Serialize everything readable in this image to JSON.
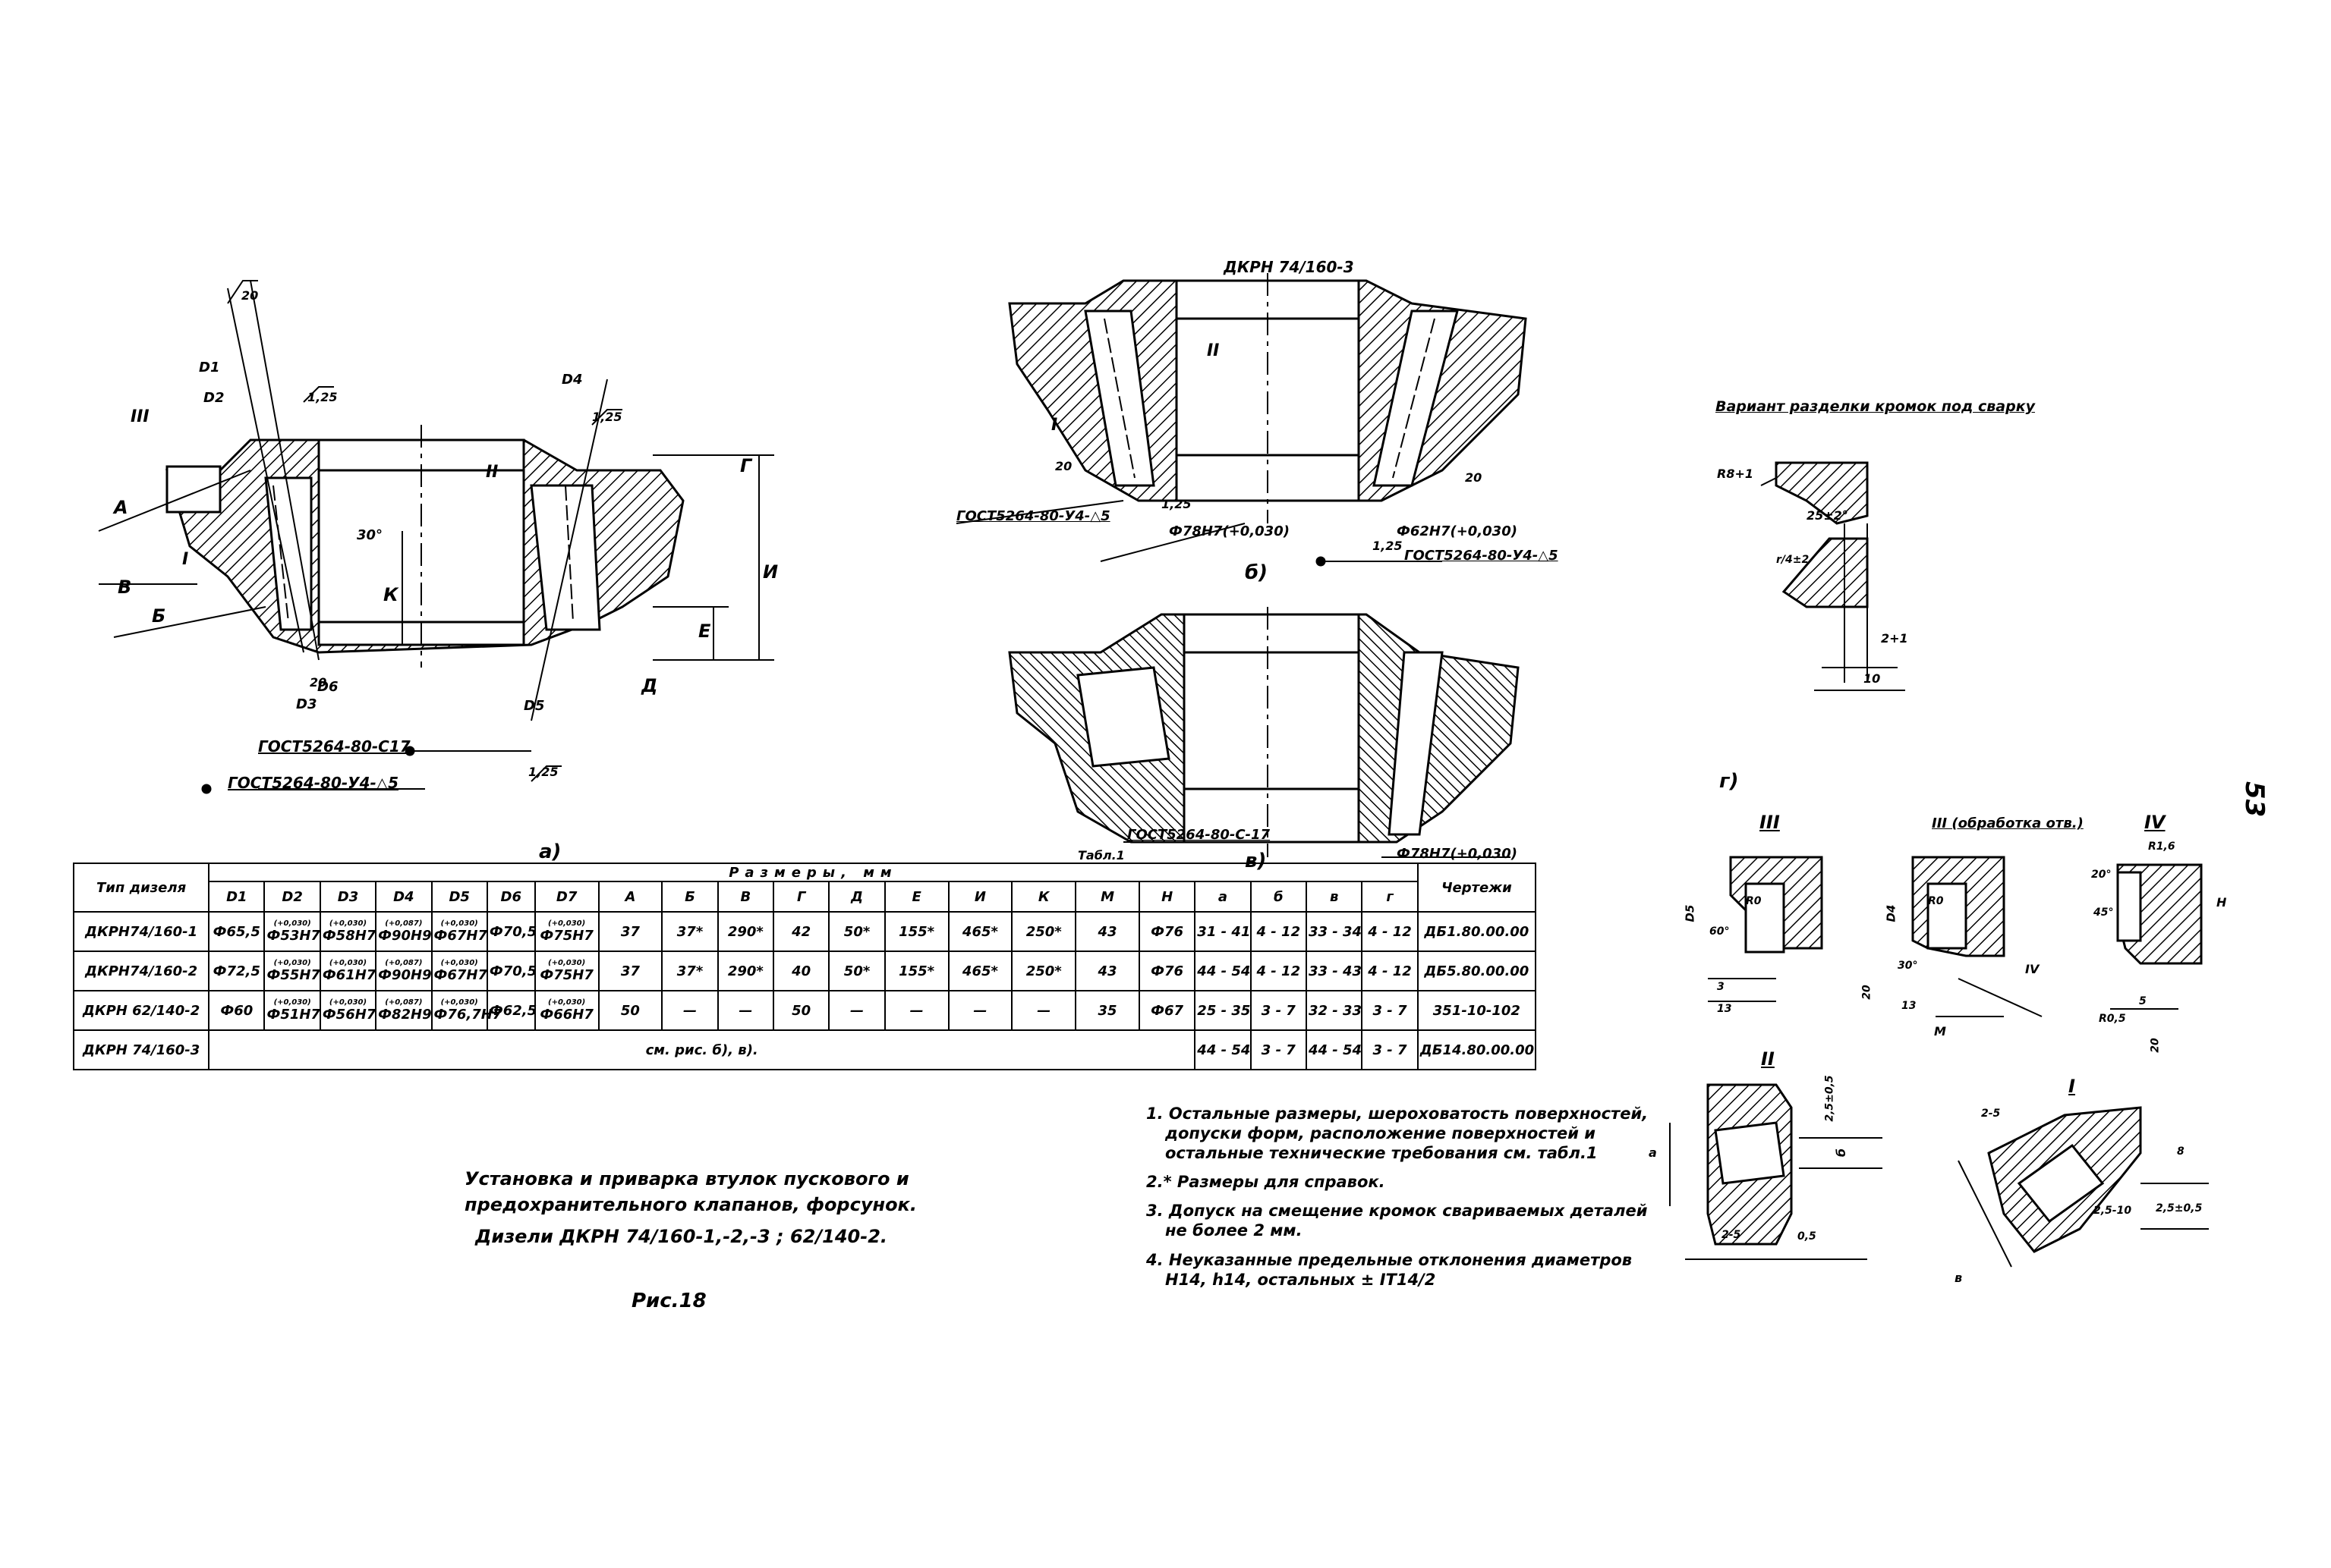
{
  "page_number": "53",
  "view_labels": {
    "a": "а)",
    "b": "б)",
    "v": "в)",
    "g": "г)"
  },
  "view_a": {
    "dims": [
      "D1",
      "D2",
      "D3",
      "D4",
      "D5",
      "D6",
      "A",
      "В",
      "Б",
      "К",
      "И",
      "Г",
      "Е",
      "Д"
    ],
    "roman": [
      "III",
      "II",
      "I"
    ],
    "roughness": [
      "1,25",
      "1,25",
      "1,25",
      "20",
      "20"
    ],
    "angle": "30°",
    "gost_1": "ГОСТ5264-80-С17",
    "gost_2": "ГОСТ5264-80-У4-△5"
  },
  "view_b": {
    "title": "ДКРН 74/160-3",
    "roman": [
      "II",
      "I"
    ],
    "roughness": [
      "20",
      "1,25",
      "20",
      "1,25"
    ],
    "dia_1": "Ф78Н7(+0,030)",
    "dia_2": "Ф62Н7(+0,030)",
    "gost_1": "ГОСТ5264-80-У4-△5",
    "gost_2": "ГОСТ5264-80-У4-△5"
  },
  "view_v": {
    "gost": "ГОСТ5264-80-С-17",
    "dia": "Ф78Н7(+0,030)"
  },
  "weld_variant": {
    "title": "Вариант разделки кромок под сварку",
    "radius": "R8+1",
    "angle": "25±2°",
    "gap": "2+1",
    "width": "10",
    "small": "r/4±2"
  },
  "details": {
    "III": "III",
    "III_machined": "III (обработка отв.)",
    "IV": "IV",
    "II": "II",
    "I": "I",
    "labels": [
      "D5",
      "R0",
      "60°",
      "3",
      "13",
      "D4",
      "R0",
      "30°",
      "20",
      "13",
      "М",
      "IV",
      "20°",
      "R1,6",
      "45°",
      "Н",
      "R0,5",
      "5",
      "20",
      "а",
      "2,5±0,5",
      "б",
      "2-5",
      "0,5",
      "2-5",
      "8",
      "2,5-10",
      "2,5±0,5",
      "в"
    ]
  },
  "table": {
    "caption": "Табл.1",
    "header_main": "Размеры, мм",
    "columns": [
      "Тип дизеля",
      "D1",
      "D2",
      "D3",
      "D4",
      "D5",
      "D6",
      "D7",
      "А",
      "Б",
      "В",
      "Г",
      "Д",
      "Е",
      "И",
      "К",
      "М",
      "Н",
      "а",
      "б",
      "в",
      "г",
      "Чертежи"
    ],
    "rows": [
      {
        "type": "ДКРН74/160-1",
        "D1": "Ф65,5",
        "D2": "Ф53Н7",
        "D2_tol": "(+0,030)",
        "D3": "Ф58Н7",
        "D3_tol": "(+0,030)",
        "D4": "Ф90Н9",
        "D4_tol": "(+0,087)",
        "D5": "Ф67Н7",
        "D5_tol": "(+0,030)",
        "D6": "Ф70,5",
        "D7": "Ф75Н7",
        "D7_tol": "(+0,030)",
        "A": "37",
        "Б": "37*",
        "В": "290*",
        "Г": "42",
        "Д": "50*",
        "Е": "155*",
        "И": "465*",
        "К": "250*",
        "М": "43",
        "Н": "Ф76",
        "a": "31 - 41",
        "b": "4 - 12",
        "v": "33 - 34",
        "g": "4 - 12",
        "drawing": "ДБ1.80.00.00"
      },
      {
        "type": "ДКРН74/160-2",
        "D1": "Ф72,5",
        "D2": "Ф55Н7",
        "D2_tol": "(+0,030)",
        "D3": "Ф61Н7",
        "D3_tol": "(+0,030)",
        "D4": "Ф90Н9",
        "D4_tol": "(+0,087)",
        "D5": "Ф67Н7",
        "D5_tol": "(+0,030)",
        "D6": "Ф70,5",
        "D7": "Ф75Н7",
        "D7_tol": "(+0,030)",
        "A": "37",
        "Б": "37*",
        "В": "290*",
        "Г": "40",
        "Д": "50*",
        "Е": "155*",
        "И": "465*",
        "К": "250*",
        "М": "43",
        "Н": "Ф76",
        "a": "44 - 54",
        "b": "4 - 12",
        "v": "33 - 43",
        "g": "4 - 12",
        "drawing": "ДБ5.80.00.00"
      },
      {
        "type": "ДКРН 62/140-2",
        "D1": "Ф60",
        "D2": "Ф51Н7",
        "D2_tol": "(+0,030)",
        "D3": "Ф56Н7",
        "D3_tol": "(+0,030)",
        "D4": "Ф82Н9",
        "D4_tol": "(+0,087)",
        "D5": "Ф76,7Н7",
        "D5_tol": "(+0,030)",
        "D6": "Ф62,5",
        "D7": "Ф66Н7",
        "D7_tol": "(+0,030)",
        "A": "50",
        "Б": "—",
        "В": "—",
        "Г": "50",
        "Д": "—",
        "Е": "—",
        "И": "—",
        "К": "—",
        "М": "35",
        "Н": "Ф67",
        "a": "25 - 35",
        "b": "3 - 7",
        "v": "32 - 33",
        "g": "3 - 7",
        "drawing": "351-10-102"
      },
      {
        "type": "ДКРН 74/160-3",
        "note": "см. рис. б), в).",
        "a": "44 - 54",
        "b": "3 - 7",
        "v": "44 - 54",
        "g": "3 - 7",
        "drawing": "ДБ14.80.00.00"
      }
    ]
  },
  "caption": {
    "line1": "Установка и приварка втулок пускового и",
    "line2": "предохранительного клапанов, форсунок.",
    "line3": "Дизели ДКРН 74/160-1,-2,-3 ; 62/140-2.",
    "fig": "Рис.18"
  },
  "notes": [
    "1. Остальные размеры, шероховатость поверхностей,",
    "допуски форм, расположение поверхностей и",
    "остальные технические требования см. табл.1",
    "2.* Размеры для справок.",
    "3. Допуск на смещение кромок свариваемых деталей",
    "не более 2 мм.",
    "4. Неуказанные предельные отклонения диаметров",
    "Н14, h14, остальных ± IT14/2"
  ]
}
